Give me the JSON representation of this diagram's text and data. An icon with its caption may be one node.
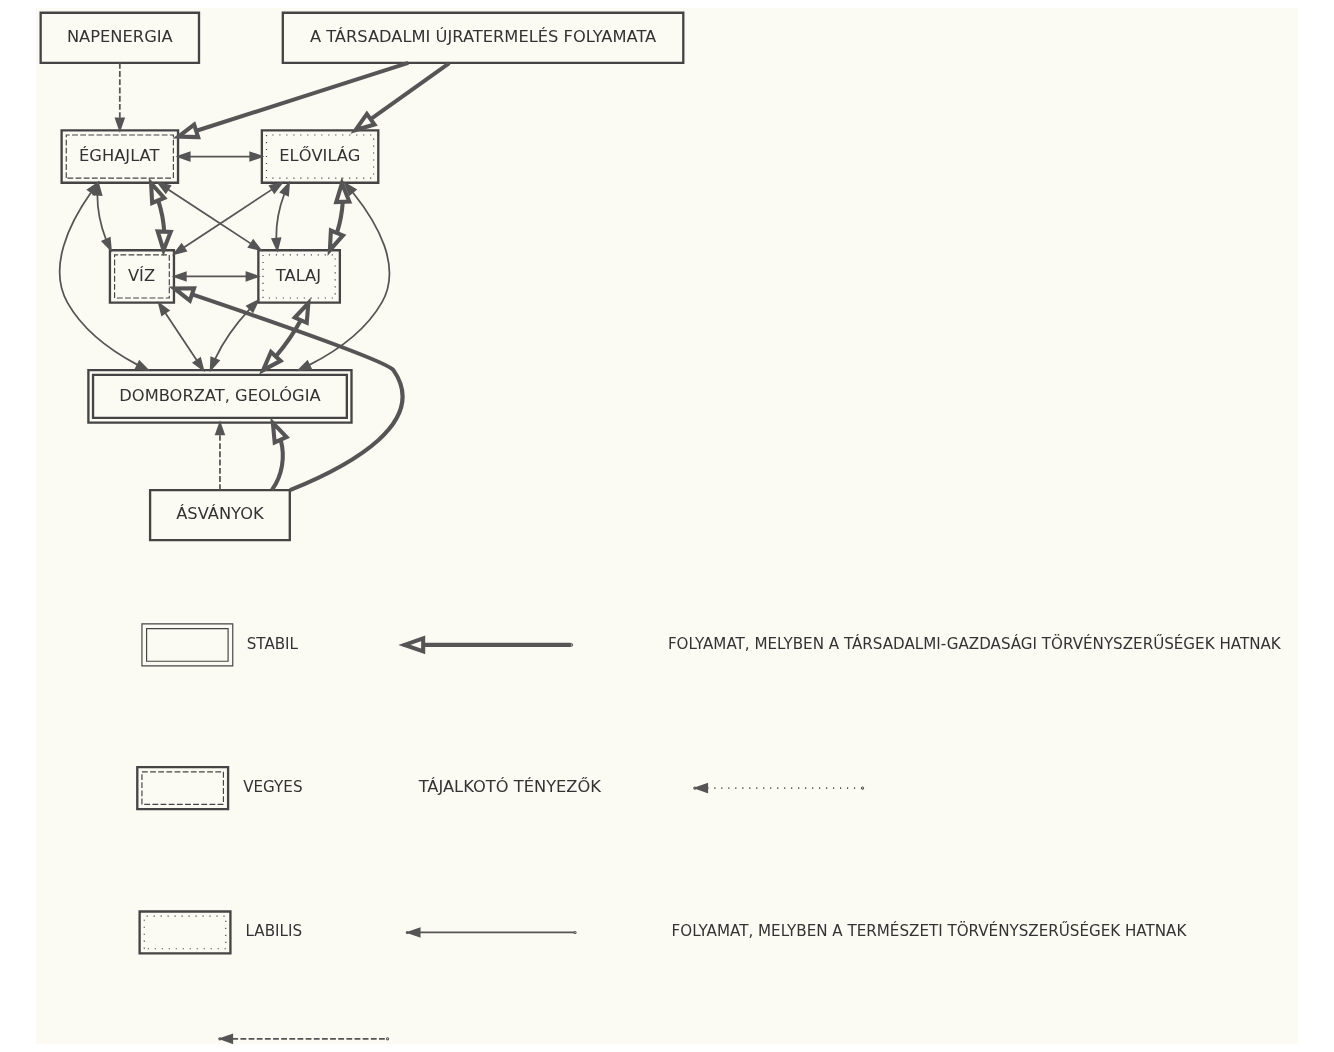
{
  "diagram": {
    "nodes": [
      {
        "text": [
          "NAPENERGIA"
        ]
      },
      {
        "text": [
          "A TÁRSADALMI ÚJRATERMELÉS FOLYAMATA"
        ]
      },
      {
        "text": [
          "ÉGHAJLAT"
        ]
      },
      {
        "text": [
          "ELŐVILÁG"
        ]
      },
      {
        "text": [
          "VÍZ"
        ]
      },
      {
        "text": [
          "TALAJ"
        ]
      },
      {
        "text": [
          "DOMBORZAT, GEOLÓGIA"
        ]
      },
      {
        "text": [
          "ÁSVÁNYOK"
        ]
      }
    ],
    "edges": [
      {
        "from": 0,
        "to": 2,
        "arrow": "to",
        "style": "dashed"
      },
      {
        "from": 2,
        "to": 3,
        "arrow": "both"
      },
      {
        "from": 2,
        "to": 4,
        "arrow": "both"
      },
      {
        "from": 2,
        "to": 5,
        "arrow": "both"
      },
      {
        "from": 2,
        "to": 6,
        "arrow": "both"
      },
      {
        "from": 4,
        "to": 3,
        "arrow": "both"
      },
      {
        "from": 4,
        "to": 5,
        "arrow": "both"
      },
      {
        "from": 4,
        "to": 6,
        "arrow": "both"
      },
      {
        "from": 3,
        "to": 5,
        "arrow": "both"
      },
      {
        "from": 3,
        "to": 6,
        "arrow": "both"
      },
      {
        "from": 5,
        "to": 6,
        "arrow": "both"
      },
      {
        "from": 7,
        "to": 6,
        "arrow": "to",
        "style": "dashed"
      },
      {
        "from": 1,
        "to": 3,
        "arrow": "to",
        "style": "thick"
      },
      {
        "from": 1,
        "to": 2,
        "arrow": "to",
        "style": "thick"
      },
      {
        "from": 2,
        "to": 4,
        "arrow": "both",
        "style": "thick"
      },
      {
        "from": 3,
        "to": 5,
        "arrow": "both",
        "style": "thick"
      },
      {
        "from": 5,
        "to": 6,
        "arrow": "both",
        "style": "thick"
      },
      {
        "from": 7,
        "to": 4,
        "arrow": "to",
        "style": "thick"
      },
      {
        "from": 7,
        "to": 6,
        "arrow": "to",
        "style": "thick"
      }
    ],
    "labels": [
      "TÁJALKOTÓ TÉNYEZŐK"
    ],
    "legend": [
      {
        "text": "STABIL"
      },
      {
        "text": "VEGYES"
      },
      {
        "text": "LABILIS"
      },
      {
        "text": "FOLYAMAT, MELYBEN A TÁRSADALMI-GAZDASÁGI TÖRVÉNYSZERŰSÉGEK HATNAK"
      },
      {
        "text": "FOLYAMAT, MELYBEN A TERMÉSZETI TÖRVÉNYSZERŰSÉGEK HATNAK"
      }
    ]
  }
}
